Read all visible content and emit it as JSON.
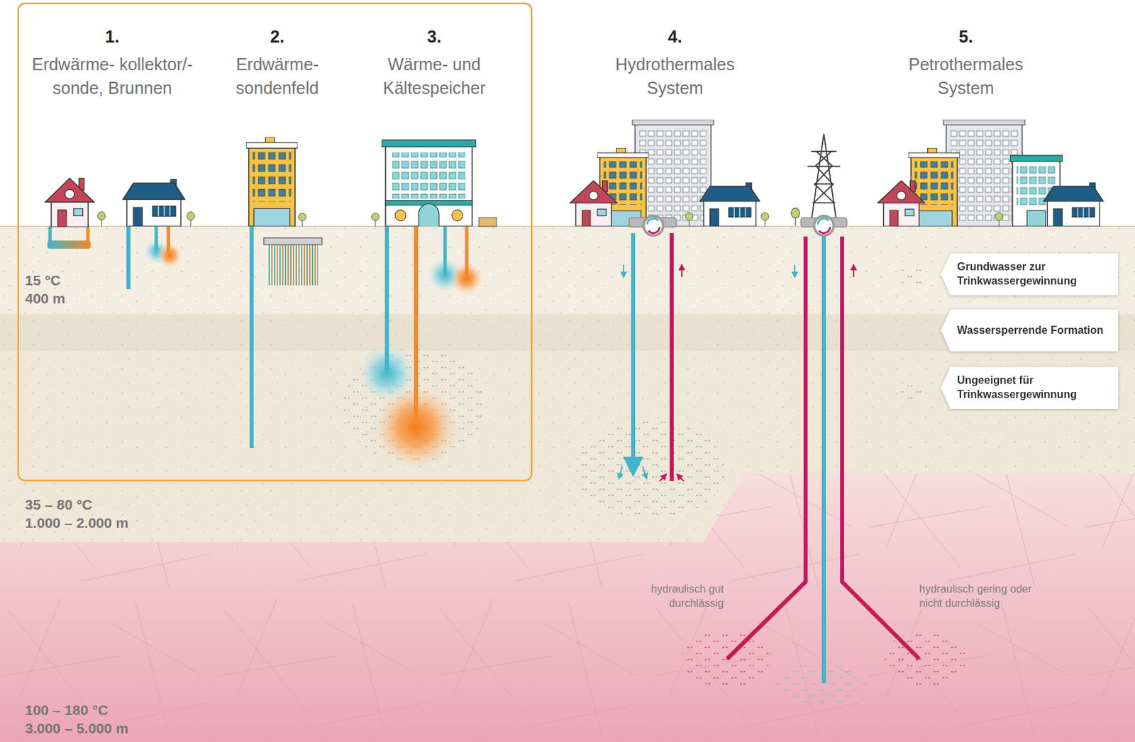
{
  "diagram": {
    "labels": [
      "1.",
      "Erdwärme- kollektor/-sonde, Brunnen",
      "2.",
      "Erdwärme- sondenfeld",
      "3.",
      "Wärme- und Kältespeicher",
      "4.",
      "Hydrothermales System",
      "5.",
      "Petrothermales System",
      "15 °C",
      "400 m",
      "35 – 80 °C",
      "1.000 – 2.000 m",
      "hydraulisch gut durchlässig",
      "hydraulisch gering oder nicht durchlässig",
      "100 – 180 °C",
      "3.000 – 5.000 m"
    ],
    "legend": [
      {
        "text": "Grundwasser zur Trinkwassergewinnung"
      },
      {
        "text": "Wassersperrende Formation"
      },
      {
        "text": "Ungeeignet für Trinkwassergewinnung"
      }
    ]
  }
}
